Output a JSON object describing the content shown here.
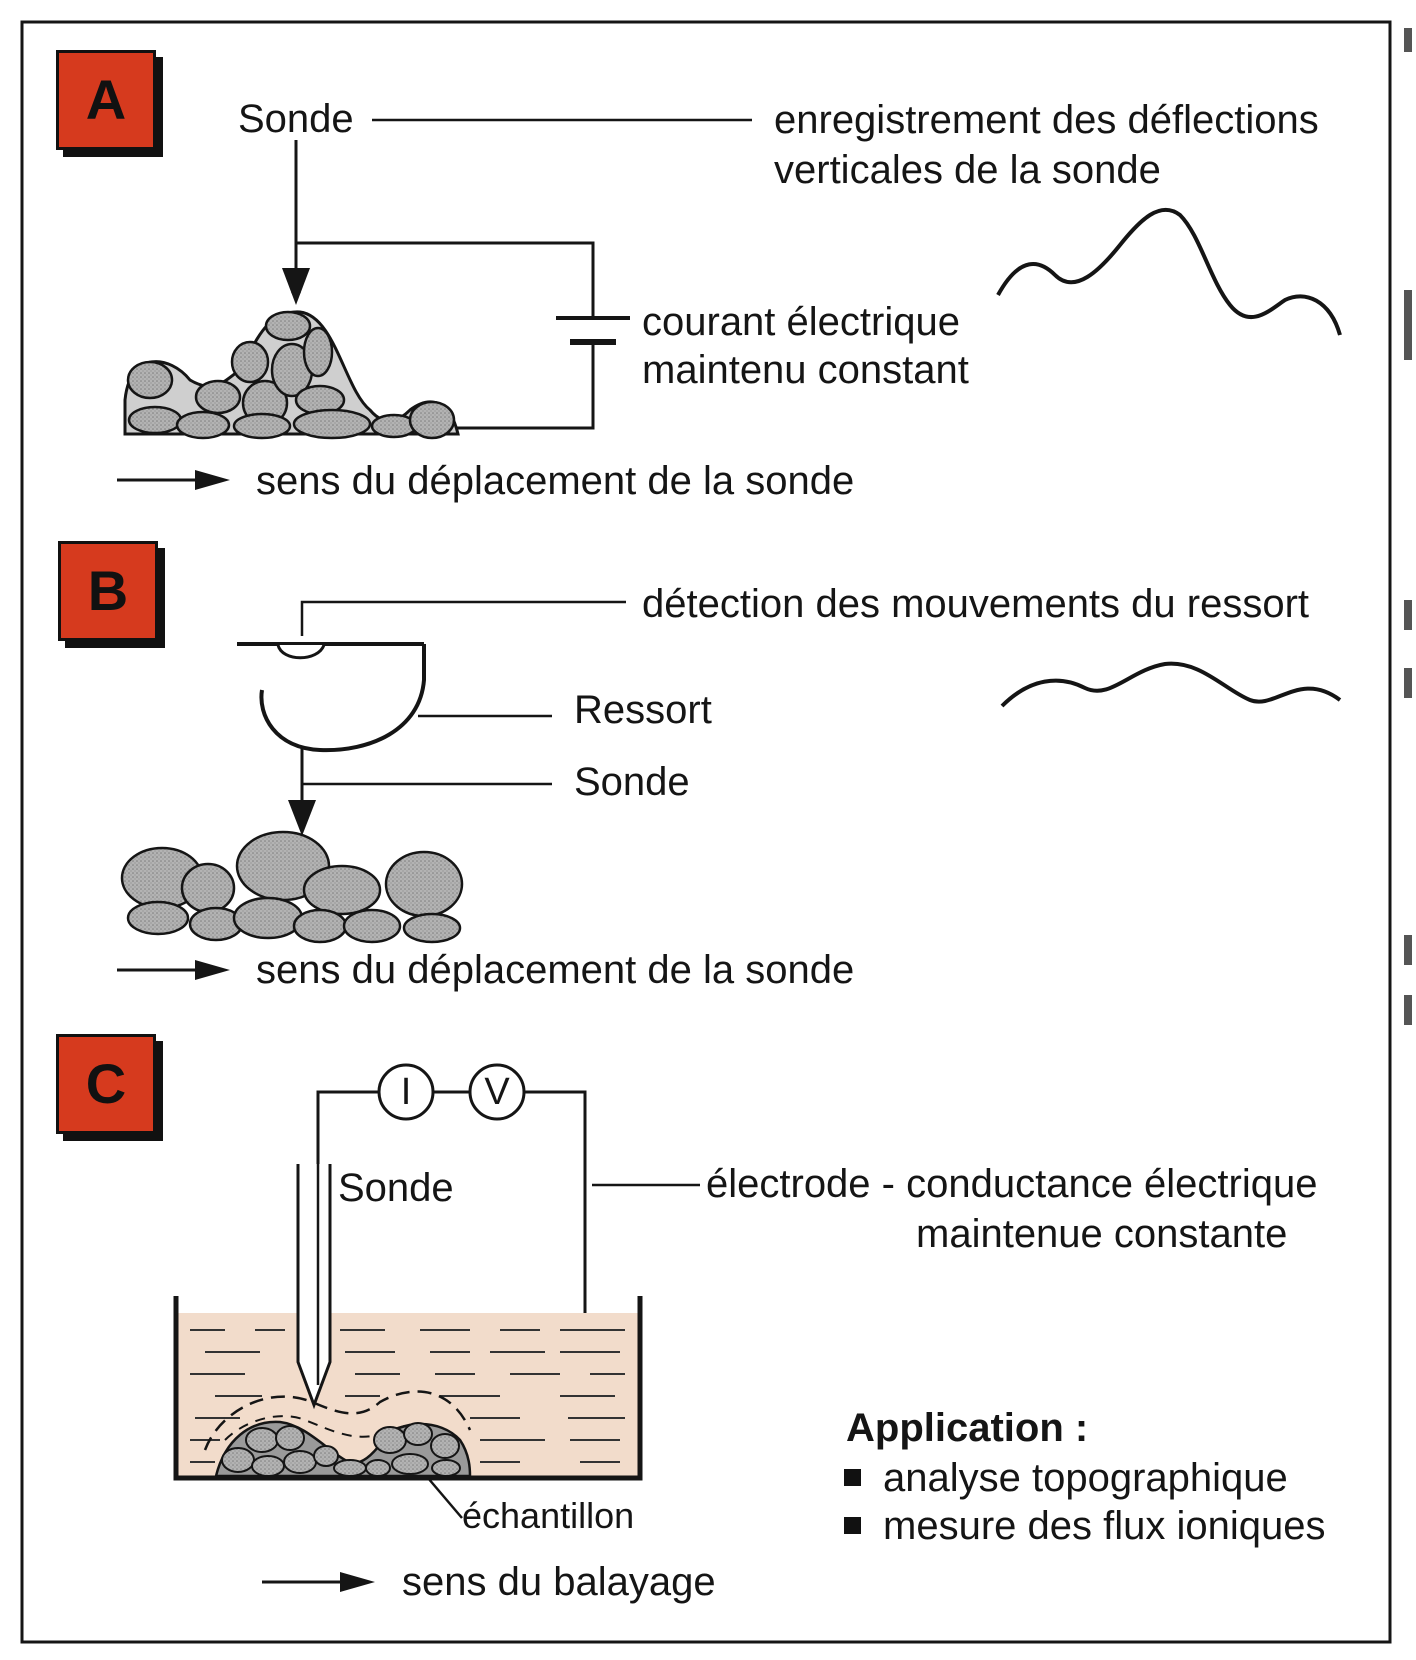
{
  "panel_a": {
    "badge": "A",
    "probe_label": "Sonde",
    "recording_line1": "enregistrement des déflections",
    "recording_line2": "verticales de la sonde",
    "current_line1": "courant électrique",
    "current_line2": "maintenu constant",
    "direction_label": "sens du déplacement de la sonde"
  },
  "panel_b": {
    "badge": "B",
    "detection_label": "détection des mouvements du ressort",
    "spring_label": "Ressort",
    "probe_label": "Sonde",
    "direction_label": "sens du déplacement de la sonde"
  },
  "panel_c": {
    "badge": "C",
    "ammeter_symbol": "I",
    "voltmeter_symbol": "V",
    "probe_label": "Sonde",
    "electrode_line1": "électrode - conductance électrique",
    "electrode_line2": "maintenue constante",
    "sample_label": "échantillon",
    "direction_label": "sens du balayage",
    "application_title": "Application :",
    "applications": [
      "analyse topographique",
      "mesure des flux ioniques"
    ]
  },
  "colors": {
    "badge_red": "#d63a1e",
    "cell_gray": "#a9a9a9",
    "liquid_tan": "#f2dccb",
    "ink": "#151515"
  }
}
